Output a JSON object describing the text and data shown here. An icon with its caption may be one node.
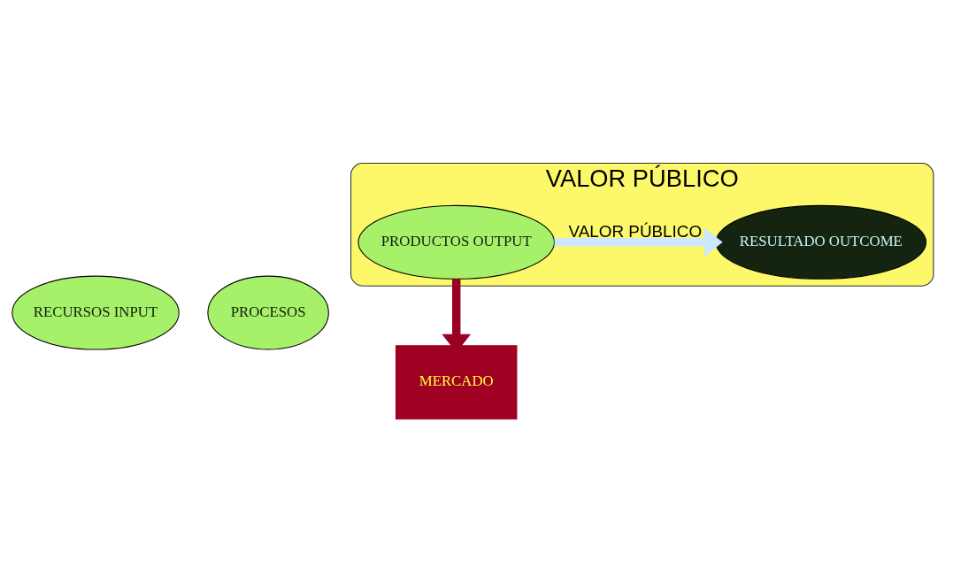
{
  "diagram": {
    "nodes": [
      {
        "text": [
          "RECURSOS INPUT"
        ]
      },
      {
        "text": [
          "PROCESOS"
        ]
      },
      {
        "text": [
          "VALOR PÚBLICO"
        ]
      },
      {
        "text": [
          "PRODUCTOS OUTPUT"
        ],
        "in": 2
      },
      {
        "text": [
          "RESULTADO OUTCOME"
        ],
        "in": 2
      },
      {
        "text": [
          "MERCADO"
        ]
      }
    ],
    "edges": [
      {
        "from": 3,
        "to": 4,
        "arrow": "to",
        "label": "VALOR PÚBLICO",
        "color": "#cce8ff"
      },
      {
        "from": 3,
        "to": 5,
        "arrow": "to",
        "color": "#990022"
      }
    ]
  }
}
